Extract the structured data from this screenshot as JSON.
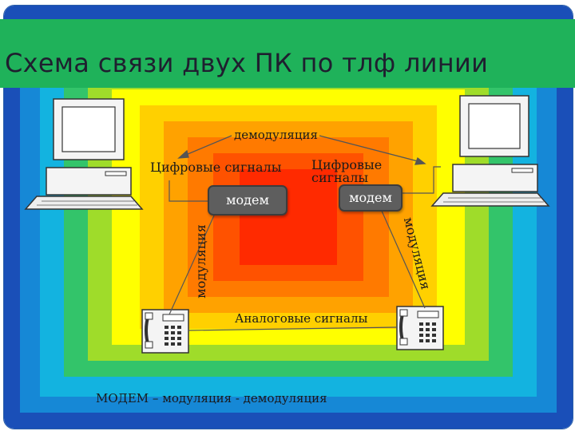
{
  "slide": {
    "title": "Схема связи двух ПК по тлф линии",
    "labels": {
      "demodulation": "демодуляция",
      "digital_left": "Цифровые сигналы",
      "digital_right": "Цифровые сигналы",
      "modulation_left": "модуляция",
      "modulation_right": "модуляция",
      "analog": "Аналоговые сигналы",
      "footer": "МОДЕМ – модуляция - демодуляция"
    },
    "modems": {
      "left": "модем",
      "right": "модем"
    },
    "colors": {
      "title_bar": "#1fb25a",
      "modem": "#5e5e5e",
      "gradient_center": "#ff2a00",
      "gradient_edge": "#1a4fb8"
    },
    "icons": [
      "computer-icon",
      "computer-icon",
      "telephone-icon",
      "telephone-icon"
    ]
  }
}
